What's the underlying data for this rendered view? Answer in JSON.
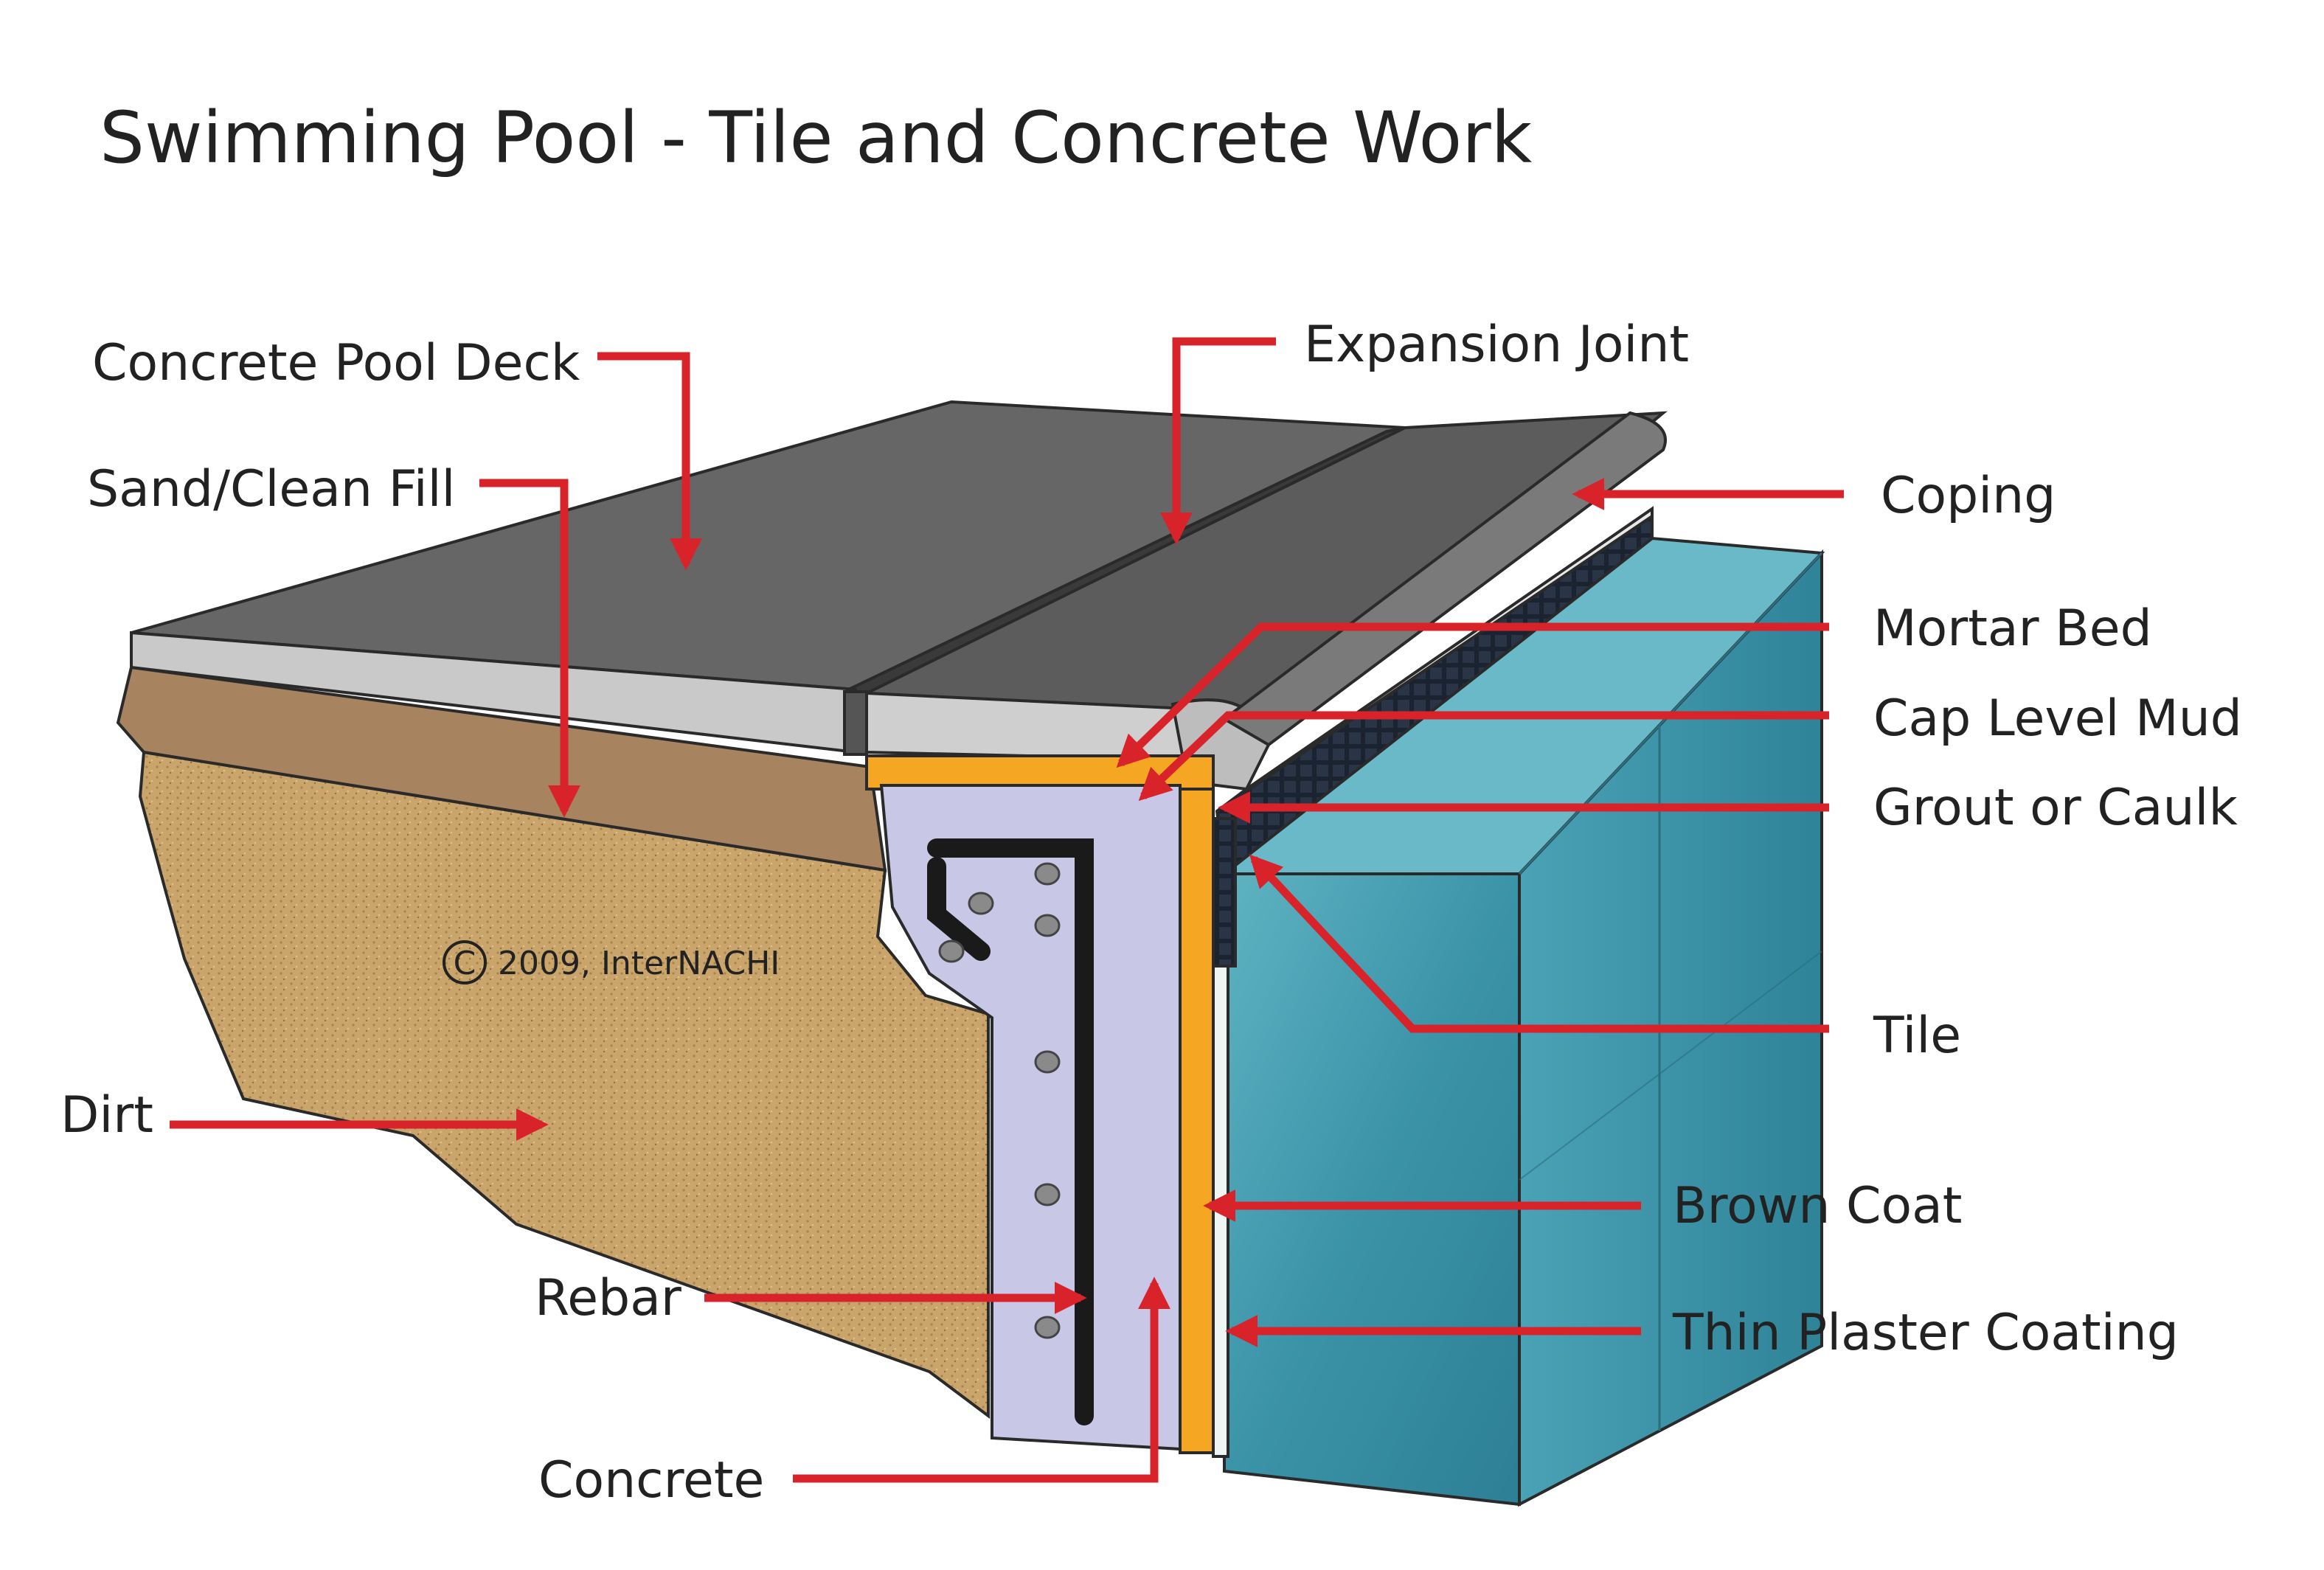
{
  "title": "Swimming Pool - Tile and Concrete Work",
  "copyright": "2009, InterNACHI",
  "copyright_symbol": "C",
  "labels": {
    "concrete_pool_deck": "Concrete Pool Deck",
    "sand_clean_fill": "Sand/Clean Fill",
    "dirt": "Dirt",
    "rebar": "Rebar",
    "concrete": "Concrete",
    "expansion_joint": "Expansion Joint",
    "coping": "Coping",
    "mortar_bed": "Mortar Bed",
    "cap_level_mud": "Cap Level Mud",
    "grout_or_caulk": "Grout or Caulk",
    "tile": "Tile",
    "brown_coat": "Brown Coat",
    "thin_plaster_coating": "Thin Plaster Coating"
  },
  "colors": {
    "arrow": "#d9232a",
    "deck_top": "#666666",
    "deck_edge": "#c9c9c9",
    "fill_layer": "#a8835f",
    "dirt": "#c9a46b",
    "concrete": "#c8c8e6",
    "brown_coat": "#f5a623",
    "plaster": "#eef6f4",
    "water": "#3f9bb0",
    "tile": "#1b2230"
  }
}
